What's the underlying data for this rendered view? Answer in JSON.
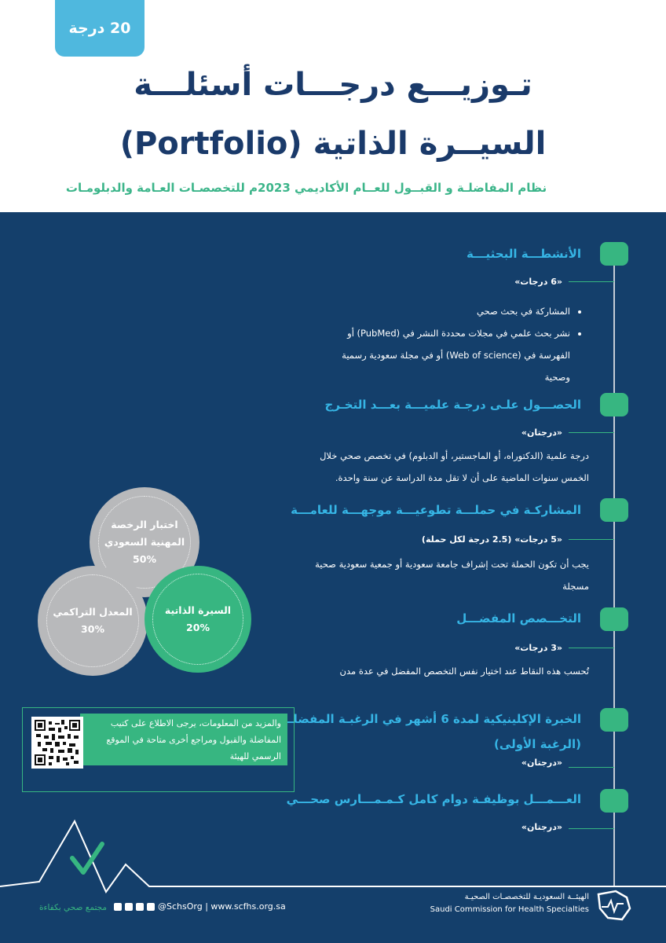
{
  "badge": "20 درجة",
  "title_line1": "تـوزيـــع درجـــات أسئلـــة",
  "title_line2": "السيــرة الذاتية (Portfolio)",
  "subtitle": "نظام المفاضلـة و القبــول للعــام الأكاديمي 2023م للتخصصـات العـامة والدبلومـات",
  "sections": [
    {
      "title": "الأنشطـــة البحثيـــة",
      "grade": "«6 درجات»",
      "bullets": [
        "المشاركة في بحث صحي",
        "نشر بحث علمي في مجلات محددة النشر في (PubMed) أو الفهرسة في (Web of science) أو في مجلة سعودية رسمية وصحية"
      ]
    },
    {
      "title": "الحصـــول علـى درجـة علميـــة بعـــد التخـرج",
      "grade": "«درجتان»",
      "text": "درجة علمية (الدكتوراه، أو الماجستير، أو الدبلوم) في تخصص صحي خلال الخمس سنوات الماضية على أن لا تقل مدة الدراسة عن سنة واحدة."
    },
    {
      "title": "المشاركـة في حملـــة تطوعيـــة موجهـــة للعامـــة",
      "grade": "«5 درجات»",
      "grade_note": "(2.5 درجة لكل حملة)",
      "text": "يجب أن تكون الحملة تحت إشراف جامعة سعودية أو جمعية سعودية صحية مسجلة"
    },
    {
      "title": "التخـــصص المفضـــل",
      "grade": "«3 درجات»",
      "text": "تُحسب هذه النقاط عند اختيار نفس التخصص المفضل في عدة مدن"
    },
    {
      "title": "الخبرة الإكلينيكية لمدة 6 أشهر في الرغبـة المفضلـــة",
      "title2": "(الرغبة الأولى)",
      "grade": "«درجتان»"
    },
    {
      "title": "العـــمـــل بوظيفـة دوام كامل  كـمـمـــارس صحـــي",
      "grade": "«درجتان»"
    }
  ],
  "circles": {
    "license": {
      "label1": "اختبار الرخصة",
      "label2": "المهنية السعودي",
      "value": "50%"
    },
    "gpa": {
      "label": "المعدل التراكمي",
      "value": "30%"
    },
    "cv": {
      "label": "السيرة الذاتية",
      "value": "20%"
    }
  },
  "info": "والمزيد من المعلومات، يرجى الاطلاع على كتيب المفاضلة والقبول ومراجع أخرى متاحة في الموقع الرسمي للهيئة",
  "footer": {
    "tagline": "مجتمع صحي بكفاءة",
    "social": "@SchsOrg | www.scfhs.org.sa",
    "org_ar": "الهيئــة السعوديـة للتخصصـات الصحيـة",
    "org_en": "Saudi Commission for Health Specialties"
  },
  "colors": {
    "navy": "#143f6b",
    "green": "#37b681",
    "blue": "#36b5e5",
    "gray": "#b8b9bb"
  }
}
